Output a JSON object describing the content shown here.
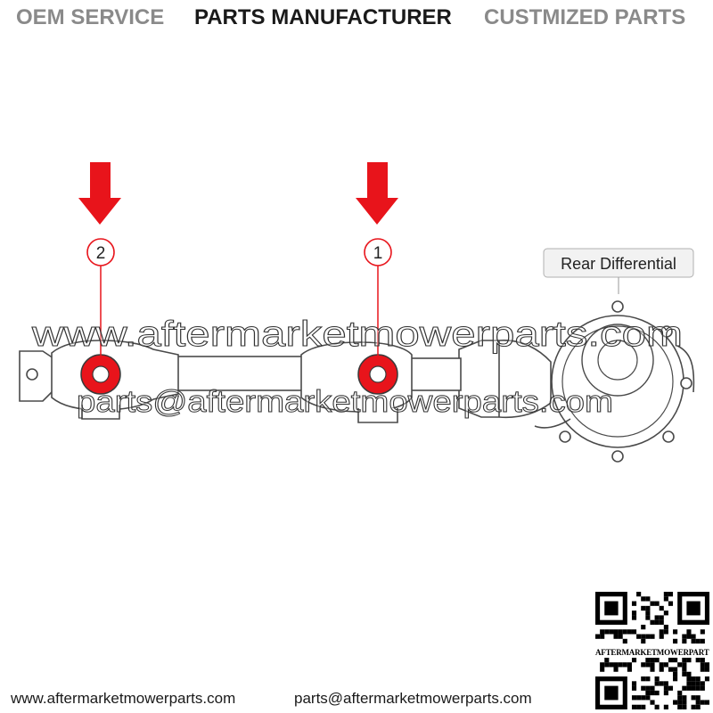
{
  "banner": {
    "oem": "OEM SERVICE",
    "manufacturer": "PARTS MANUFACTURER",
    "customized": "CUSTMIZED PARTS"
  },
  "callouts": [
    {
      "number": "2"
    },
    {
      "number": "1"
    }
  ],
  "labels": {
    "rear_differential": "Rear Differential"
  },
  "watermark": {
    "site": "www.aftermarketmowerparts.com",
    "email": "parts@aftermarketmowerparts.com"
  },
  "footer": {
    "website": "www.aftermarketmowerparts.com",
    "email": "parts@aftermarketmowerparts.com"
  },
  "qr": {
    "caption": "AFTERMARKETMOWERPARTS"
  },
  "colors": {
    "highlight": "#e8141b",
    "line": "#3a3a3a",
    "banner_gray": "#8a8a8a",
    "banner_dark": "#1a1a1a"
  }
}
